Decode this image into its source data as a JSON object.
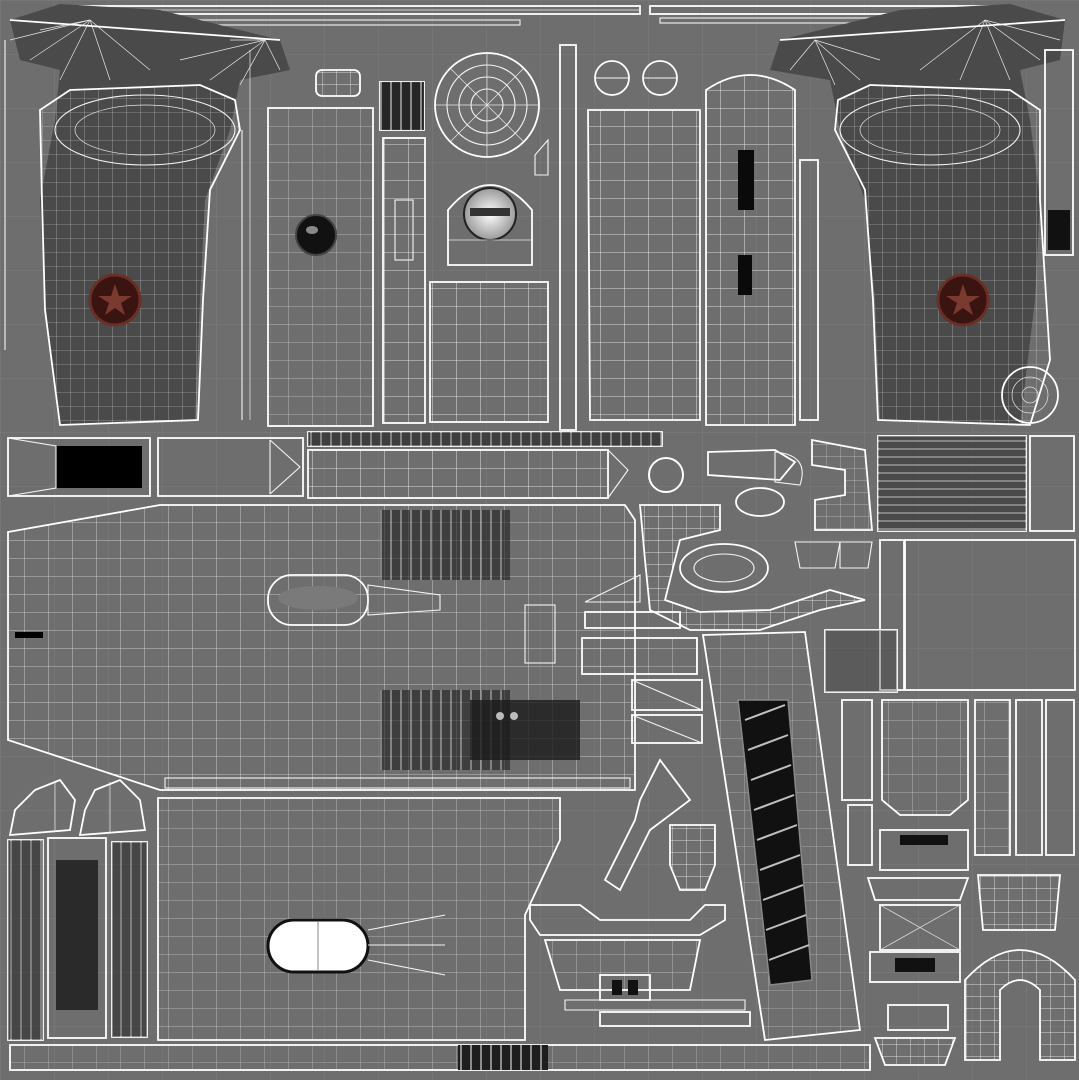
{
  "texture": {
    "kind": "uv-texture-atlas",
    "subject": "pistol",
    "background_color": "#6e6e6e",
    "wireframe_color": "#ffffff",
    "grip_color": "#5a2620",
    "metal_light": "#c8c8c8",
    "metal_dark": "#141414",
    "grip_emblem": "star-in-circle",
    "icons": [
      "star-emblem-icon",
      "screw-head-icon",
      "magazine-spring-icon"
    ]
  }
}
